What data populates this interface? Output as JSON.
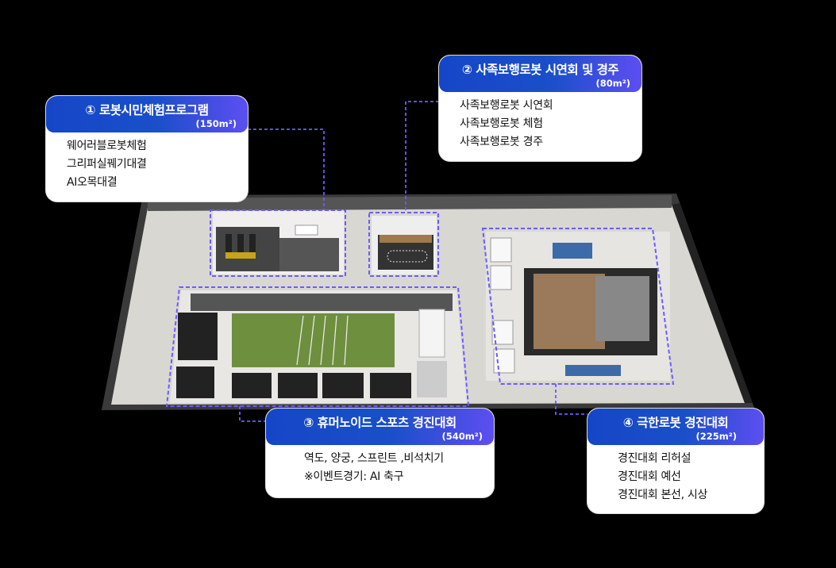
{
  "zones": [
    {
      "number": "①",
      "title": "로봇시민체험프로그램",
      "area": "(150m²)",
      "items": [
        "웨어러블로봇체험",
        "그리퍼실꿰기대결",
        "AI오목대결"
      ]
    },
    {
      "number": "②",
      "title": "사족보행로봇 시연회 및 경주",
      "area": "(80m²)",
      "items": [
        "사족보행로봇 시연회",
        "사족보행로봇 체험",
        "사족보행로봇 경주"
      ]
    },
    {
      "number": "③",
      "title": "휴머노이드 스포츠 경진대회",
      "area": "(540m²)",
      "items": [
        "역도, 양궁, 스프린트 ,비석치기",
        "※이벤트경기: AI 축구"
      ]
    },
    {
      "number": "④",
      "title": "극한로봇 경진대회",
      "area": "(225m²)",
      "items": [
        "경진대회 리허설",
        "경진대회 예선",
        "경진대회 본선, 시상"
      ]
    }
  ],
  "colors": {
    "accent": "#1a4fc9",
    "accent2": "#5d4ef2",
    "dash": "#6a5cff",
    "floor": "#d9d7d2"
  }
}
